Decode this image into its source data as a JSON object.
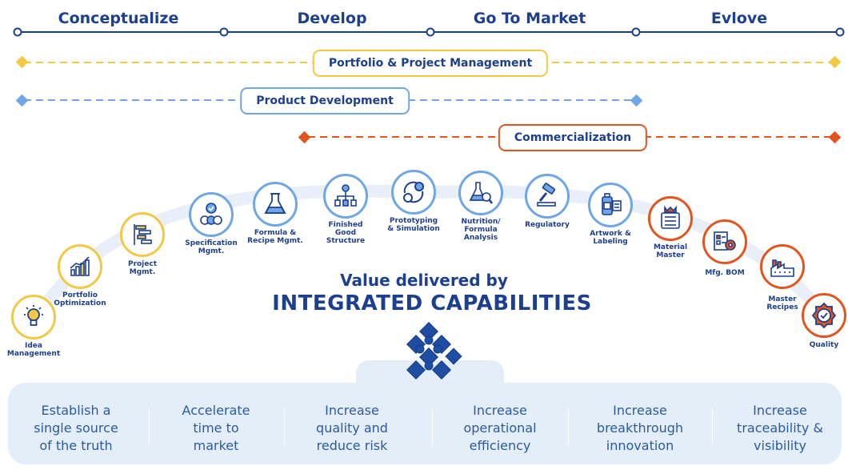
{
  "phases": [
    {
      "label": "Conceptualize"
    },
    {
      "label": "Develop"
    },
    {
      "label": "Go To Market"
    },
    {
      "label": "Evlove"
    }
  ],
  "tracks": [
    {
      "label": "Portfolio & Project Management",
      "color": "#f3c842"
    },
    {
      "label": "Product Development",
      "color": "#6fa6e8"
    },
    {
      "label": "Commercialization",
      "color": "#e3541f"
    }
  ],
  "capabilities": [
    {
      "label": "Idea\nManagement",
      "icon": "lightbulb-icon",
      "ring_color": "#f3c842"
    },
    {
      "label": "Portfolio\nOptimization",
      "icon": "bar-chart-icon",
      "ring_color": "#f3c842"
    },
    {
      "label": "Project\nMgmt.",
      "icon": "gantt-icon",
      "ring_color": "#f3c842"
    },
    {
      "label": "Specification\nMgmt.",
      "icon": "spec-gears-icon",
      "ring_color": "#6fa6e8"
    },
    {
      "label": "Formula &\nRecipe Mgmt.",
      "icon": "flask-icon",
      "ring_color": "#6fa6e8"
    },
    {
      "label": "Finished\nGood\nStructure",
      "icon": "hierarchy-icon",
      "ring_color": "#6fa6e8"
    },
    {
      "label": "Prototyping\n& Simulation",
      "icon": "cycle-icon",
      "ring_color": "#6fa6e8"
    },
    {
      "label": "Nutrition/\nFormula\nAnalysis",
      "icon": "flask-magnifier-icon",
      "ring_color": "#6fa6e8"
    },
    {
      "label": "Regulatory",
      "icon": "gavel-icon",
      "ring_color": "#6fa6e8"
    },
    {
      "label": "Artwork &\nLabeling",
      "icon": "bottle-label-icon",
      "ring_color": "#6fa6e8"
    },
    {
      "label": "Material\nMaster",
      "icon": "material-list-icon",
      "ring_color": "#e3541f"
    },
    {
      "label": "Mfg. BOM",
      "icon": "bom-gear-icon",
      "ring_color": "#e3541f"
    },
    {
      "label": "Master\nRecipes",
      "icon": "factory-icon",
      "ring_color": "#e3541f"
    },
    {
      "label": "Quality",
      "icon": "quality-check-icon",
      "ring_color": "#e3541f"
    }
  ],
  "headline": {
    "line1": "Value delivered by",
    "line2": "INTEGRATED CAPABILITIES"
  },
  "benefits": [
    {
      "text": "Establish a\nsingle source\nof the truth"
    },
    {
      "text": "Accelerate\ntime to\nmarket"
    },
    {
      "text": "Increase\nquality and\nreduce risk"
    },
    {
      "text": "Increase\noperational\nefficiency"
    },
    {
      "text": "Increase\nbreakthrough\ninnovation"
    },
    {
      "text": "Increase\ntraceability &\nvisibility"
    }
  ],
  "colors": {
    "navy": "#1c3f8f",
    "yellow": "#f3c842",
    "blue": "#6fa6e8",
    "orange": "#e3541f",
    "panel": "#e4eef9"
  }
}
